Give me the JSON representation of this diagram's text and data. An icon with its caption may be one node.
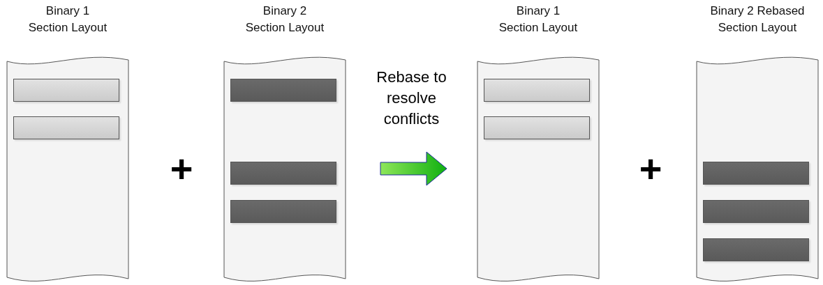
{
  "diagram": {
    "nodes": [
      {
        "text": [
          "Binary 1 Section Layout"
        ]
      },
      {
        "text": [],
        "shape": "bar",
        "in": 0
      },
      {
        "text": [],
        "shape": "bar",
        "in": 0
      },
      {
        "text": [
          "Binary 2 Section Layout"
        ]
      },
      {
        "text": [],
        "shape": "bar",
        "in": 3
      },
      {
        "text": [],
        "shape": "bar",
        "in": 3
      },
      {
        "text": [],
        "shape": "bar",
        "in": 3
      },
      {
        "text": [
          "Binary 1 Section Layout"
        ]
      },
      {
        "text": [],
        "shape": "bar",
        "in": 7
      },
      {
        "text": [],
        "shape": "bar",
        "in": 7
      },
      {
        "text": [
          "Binary 2 Rebased Section Layout"
        ]
      },
      {
        "text": [],
        "shape": "bar",
        "in": 10
      },
      {
        "text": [],
        "shape": "bar",
        "in": 10
      },
      {
        "text": [],
        "shape": "bar",
        "in": 10
      }
    ],
    "edges": [
      {
        "from": 3,
        "to": 7,
        "arrow": "to",
        "label": "Rebase to resolve conflicts",
        "style": "thick"
      }
    ],
    "labels": [
      "+",
      "+"
    ]
  }
}
